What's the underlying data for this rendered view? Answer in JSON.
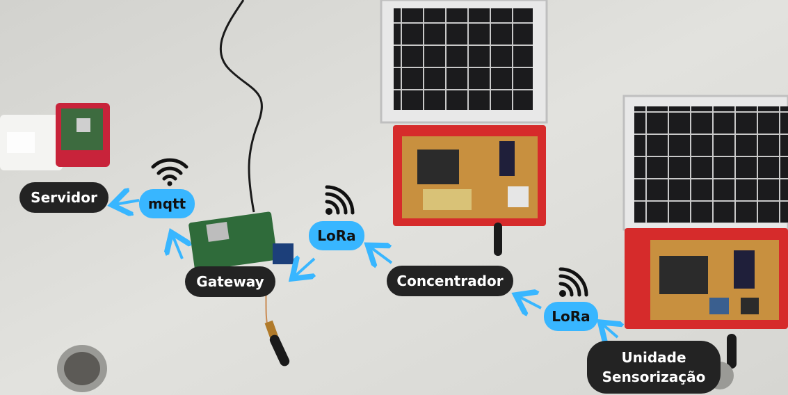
{
  "labels": {
    "servidor": "Servidor",
    "mqtt": "mqtt",
    "gateway": "Gateway",
    "lora_gateway": "LoRa",
    "concentrador": "Concentrador",
    "lora_unidade": "LoRa",
    "unidade_line1": "Unidade",
    "unidade_line2": "Sensorização"
  },
  "icons": {
    "mqtt_signal": "wifi-icon",
    "lora_signal": "signal-broadcast-icon",
    "arrow": "arrow-icon"
  },
  "colors": {
    "dark_label": "#232323",
    "blue_label": "#38b6ff",
    "arrow": "#38b6ff",
    "enclosure": "#d62b2b",
    "solar_panel": "#151515",
    "background": "#dcdcd8"
  }
}
